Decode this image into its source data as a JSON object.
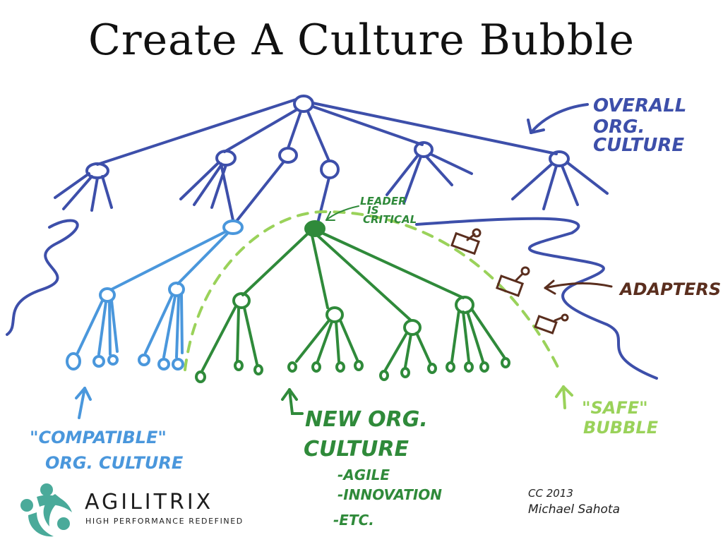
{
  "title": "Create A Culture Bubble",
  "labels": {
    "overall": [
      "OVERALL",
      "ORG.",
      "CULTURE"
    ],
    "leader": [
      "LEADER",
      "IS",
      "CRITICAL"
    ],
    "adapters": "ADAPTERS",
    "safe": [
      "\"SAFE\"",
      "BUBBLE"
    ],
    "compatible": [
      "\"COMPATIBLE\"",
      "ORG. CULTURE"
    ],
    "new_culture": [
      "NEW ORG.",
      "CULTURE"
    ],
    "new_culture_items": [
      "-AGILE",
      "-INNOVATION",
      "-ETC."
    ]
  },
  "logo": {
    "name": "AGILITRIX",
    "tagline": "HIGH PERFORMANCE REDEFINED"
  },
  "credit": {
    "line1": "CC 2013",
    "line2": "Michael Sahota"
  },
  "colors": {
    "overall": "#3d4faa",
    "compatible": "#4a97dc",
    "new_culture": "#2f8a3a",
    "bubble": "#9ad25a",
    "adapters": "#5a2e1e",
    "logo": "#4aaa9a"
  }
}
